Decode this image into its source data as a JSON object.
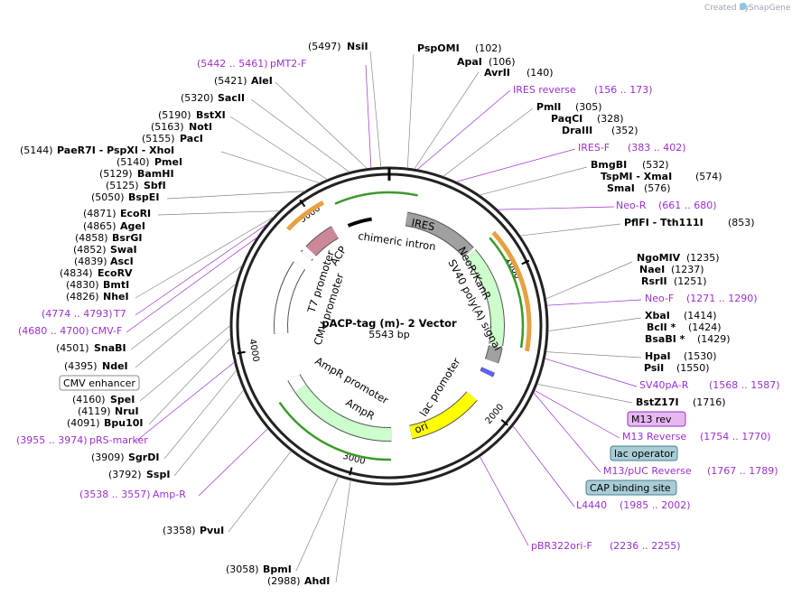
{
  "credit": {
    "created_by": "Created by",
    "brand": "SnapGene"
  },
  "plasmid": {
    "name": "pACP-tag (m)- 2 Vector",
    "length": "5543 bp",
    "length_value": 5543
  },
  "ticks": [
    {
      "label": "1000",
      "pos": 1000
    },
    {
      "label": "2000",
      "pos": 2000
    },
    {
      "label": "3000",
      "pos": 3000
    },
    {
      "label": "4000",
      "pos": 4000
    },
    {
      "label": "5000",
      "pos": 5000
    }
  ],
  "features": [
    {
      "name": "IRES",
      "start": 140,
      "end": 725,
      "color": "#a0a0a0",
      "ring": 0,
      "dir": "none"
    },
    {
      "name": "NeoR/KanR",
      "start": 745,
      "end": 1540,
      "color": "#ccffcc",
      "ring": 0,
      "dir": "fwd"
    },
    {
      "name": "SV40 poly(A) signal",
      "start": 1555,
      "end": 1677,
      "color": "#a0a0a0",
      "ring": 0,
      "dir": "none"
    },
    {
      "name": "lac promoter",
      "start": 1754,
      "end": 1790,
      "color": "#6060ff",
      "ring": 0,
      "dir": "rev"
    },
    {
      "name": "ori",
      "start": 2005,
      "end": 2595,
      "color": "#ffff00",
      "ring": 0,
      "dir": "rev"
    },
    {
      "name": "AmpR",
      "start": 2755,
      "end": 3615,
      "color": "#ccffcc",
      "ring": 0,
      "dir": "rev"
    },
    {
      "name": "AmpR promoter",
      "start": 3615,
      "end": 3720,
      "color": "#ffffff",
      "ring": 0,
      "dir": "rev"
    },
    {
      "name": "CMV promoter",
      "start": 4095,
      "end": 4680,
      "color": "#ffffff",
      "ring": 0,
      "dir": "fwd"
    },
    {
      "name": "T7 promoter",
      "start": 4774,
      "end": 4793,
      "color": "#ffffff",
      "ring": 0,
      "dir": "fwd"
    },
    {
      "name": "ACP",
      "start": 4830,
      "end": 5080,
      "color": "#cc8899",
      "ring": 0,
      "dir": "fwd"
    },
    {
      "name": "chimeric intron",
      "start": 5200,
      "end": 5400,
      "color": "#000000",
      "ring": 0,
      "dir": "none"
    }
  ],
  "orange_arcs": [
    {
      "start": 740,
      "end": 1545
    },
    {
      "start": 4830,
      "end": 5110
    }
  ],
  "green_arcs": [
    {
      "start": 5175,
      "end": 5543
    },
    {
      "start": 0,
      "end": 190
    },
    {
      "start": 750,
      "end": 1530
    },
    {
      "start": 2760,
      "end": 3620
    }
  ],
  "enzymes_right": [
    {
      "name": "PspOMI",
      "pos": "(102)"
    },
    {
      "name": "ApaI",
      "pos": "(106)"
    },
    {
      "name": "AvrII",
      "pos": "(140)"
    },
    {
      "name": "PmlI",
      "pos": "(305)"
    },
    {
      "name": "PaqCI",
      "pos": "(328)"
    },
    {
      "name": "DraIII",
      "pos": "(352)"
    },
    {
      "name": "BmgBI",
      "pos": "(532)"
    },
    {
      "name": "TspMI  - XmaI",
      "pos": "(574)"
    },
    {
      "name": "SmaI",
      "pos": "(576)"
    },
    {
      "name": "PflFI  - Tth111I",
      "pos": "(853)"
    },
    {
      "name": "NgoMIV",
      "pos": "(1235)"
    },
    {
      "name": "NaeI",
      "pos": "(1237)"
    },
    {
      "name": "RsrII",
      "pos": "(1251)"
    },
    {
      "name": "XbaI",
      "pos": "(1414)"
    },
    {
      "name": "BclI *",
      "pos": "(1424)"
    },
    {
      "name": "BsaBI *",
      "pos": "(1429)"
    },
    {
      "name": "HpaI",
      "pos": "(1530)"
    },
    {
      "name": "PsiI",
      "pos": "(1550)"
    },
    {
      "name": "BstZ17I",
      "pos": "(1716)"
    }
  ],
  "enzymes_left": [
    {
      "name": "NsiI",
      "pos": "(5497)"
    },
    {
      "name": "AleI",
      "pos": "(5421)"
    },
    {
      "name": "SacII",
      "pos": "(5320)"
    },
    {
      "name": "BstXI",
      "pos": "(5190)"
    },
    {
      "name": "NotI",
      "pos": "(5163)"
    },
    {
      "name": "PacI",
      "pos": "(5155)"
    },
    {
      "name": "PaeR7I  - PspXI  - XhoI",
      "pos": "(5144)"
    },
    {
      "name": "PmeI",
      "pos": "(5140)"
    },
    {
      "name": "BamHI",
      "pos": "(5129)"
    },
    {
      "name": "SbfI",
      "pos": "(5125)"
    },
    {
      "name": "BspEI",
      "pos": "(5050)"
    },
    {
      "name": "EcoRI",
      "pos": "(4871)"
    },
    {
      "name": "AgeI",
      "pos": "(4865)"
    },
    {
      "name": "BsrGI",
      "pos": "(4858)"
    },
    {
      "name": "SwaI",
      "pos": "(4852)"
    },
    {
      "name": "AscI",
      "pos": "(4839)"
    },
    {
      "name": "EcoRV",
      "pos": "(4834)"
    },
    {
      "name": "BmtI",
      "pos": "(4830)"
    },
    {
      "name": "NheI",
      "pos": "(4826)"
    },
    {
      "name": "SnaBI",
      "pos": "(4501)"
    },
    {
      "name": "NdeI",
      "pos": "(4395)"
    },
    {
      "name": "SpeI",
      "pos": "(4160)"
    },
    {
      "name": "NruI",
      "pos": "(4119)"
    },
    {
      "name": "Bpu10I",
      "pos": "(4091)"
    },
    {
      "name": "SgrDI",
      "pos": "(3909)"
    },
    {
      "name": "SspI",
      "pos": "(3792)"
    },
    {
      "name": "PvuI",
      "pos": "(3358)"
    },
    {
      "name": "BpmI",
      "pos": "(3058)"
    },
    {
      "name": "AhdI",
      "pos": "(2988)"
    }
  ],
  "primers": [
    {
      "name": "IRES reverse",
      "range": "(156 .. 173)"
    },
    {
      "name": "IRES-F",
      "range": "(383 .. 402)"
    },
    {
      "name": "Neo-R",
      "range": "(661 .. 680)"
    },
    {
      "name": "Neo-F",
      "range": "(1271 .. 1290)"
    },
    {
      "name": "SV40pA-R",
      "range": "(1568 .. 1587)"
    },
    {
      "name": "M13 Reverse",
      "range": "(1754 .. 1770)"
    },
    {
      "name": "M13/pUC Reverse",
      "range": "(1767 .. 1789)"
    },
    {
      "name": "L4440",
      "range": "(1985 .. 2002)"
    },
    {
      "name": "pBR322ori-F",
      "range": "(2236 .. 2255)"
    },
    {
      "name": "pMT2-F",
      "range": "(5442 .. 5461)"
    },
    {
      "name": "T7",
      "range": "(4774 .. 4793)"
    },
    {
      "name": "CMV-F",
      "range": "(4680 .. 4700)"
    },
    {
      "name": "pRS-marker",
      "range": "(3955 .. 3974)"
    },
    {
      "name": "Amp-R",
      "range": "(3538 .. 3557)"
    }
  ],
  "boxed": {
    "m13_rev": "M13 rev",
    "lac_operator": "lac operator",
    "cap_site": "CAP binding site",
    "cmv_enhancer": "CMV enhancer"
  }
}
